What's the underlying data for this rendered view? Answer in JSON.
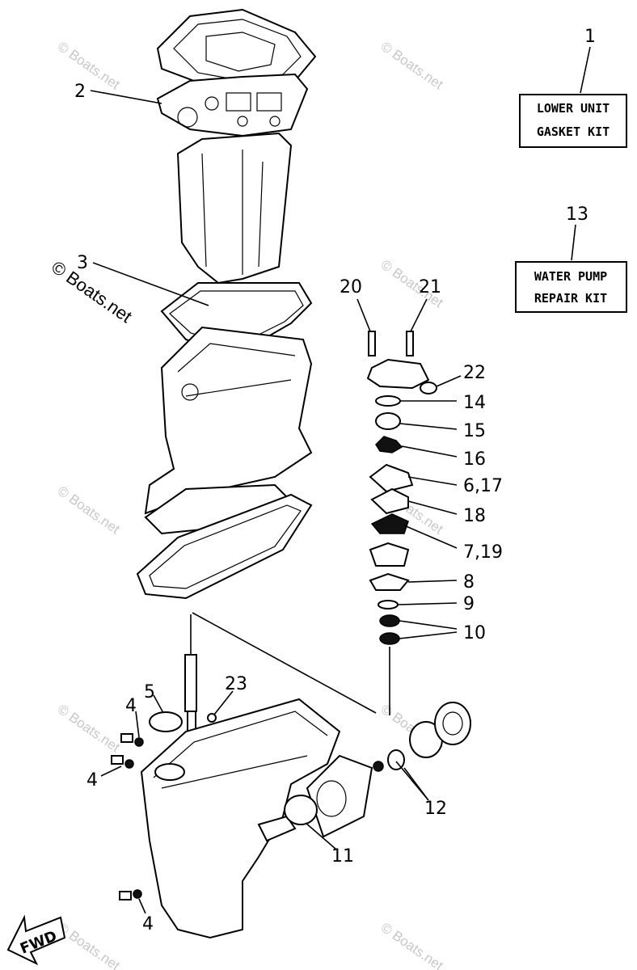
{
  "kits": {
    "lower_unit": {
      "ref": "1",
      "line1": "LOWER UNIT",
      "line2": "GASKET KIT"
    },
    "water_pump": {
      "ref": "13",
      "line1": "WATER PUMP",
      "line2": "REPAIR KIT"
    }
  },
  "labels": {
    "l2": "2",
    "l3": "3",
    "l4a": "4",
    "l4b": "4",
    "l4c": "4",
    "l5": "5",
    "l23": "23",
    "l20": "20",
    "l21": "21",
    "l22": "22",
    "l14": "14",
    "l15": "15",
    "l16": "16",
    "l6_17": "6,17",
    "l18": "18",
    "l7_19": "7,19",
    "l8": "8",
    "l9": "9",
    "l10": "10",
    "l11": "11",
    "l12": "12"
  },
  "watermark": "© Boats.net",
  "direction_arrow": "FWD",
  "icons": {
    "direction": "fwd-arrow-icon"
  },
  "colors": {
    "line": "#000000",
    "watermark": "#c8c8c8",
    "background": "#ffffff"
  }
}
